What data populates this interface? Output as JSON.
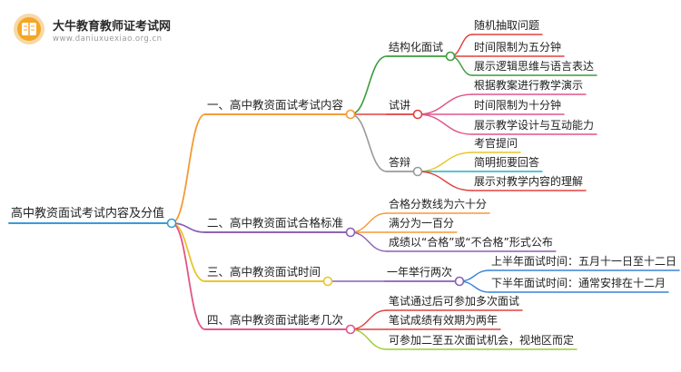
{
  "brand": {
    "title": "大牛教育教师证考试网",
    "domain": "www.daniuxuexiao.org.cn"
  },
  "colors": {
    "orange": "#f59a35",
    "purple": "#8b5fb3",
    "yellow": "#e9c52a",
    "pink": "#e0558a",
    "green": "#3c9c3c",
    "red": "#e04040",
    "blue": "#3b82d6",
    "gray": "#9a9a9a",
    "teal": "#21b0c2",
    "lime": "#9acd32",
    "root_line": "#3b9bd8"
  },
  "mindmap": {
    "root": "高中教资面试考试内容及分值",
    "branches": [
      {
        "label": "一、高中教资面试考试内容",
        "children": [
          {
            "label": "结构化面试",
            "children": [
              "随机抽取问题",
              "时间限制为五分钟",
              "展示逻辑思维与语言表达"
            ]
          },
          {
            "label": "试讲",
            "children": [
              "根据教案进行教学演示",
              "时间限制为十分钟",
              "展示教学设计与互动能力"
            ]
          },
          {
            "label": "答辩",
            "children": [
              "考官提问",
              "简明扼要回答",
              "展示对教学内容的理解"
            ]
          }
        ]
      },
      {
        "label": "二、高中教资面试合格标准",
        "children": [
          "合格分数线为六十分",
          "满分为一百分",
          "成绩以“合格”或“不合格”形式公布"
        ]
      },
      {
        "label": "三、高中教资面试时间",
        "children": [
          {
            "label": "一年举行两次",
            "children": [
              "上半年面试时间：五月十一日至十二日",
              "下半年面试时间：通常安排在十二月"
            ]
          }
        ]
      },
      {
        "label": "四、高中教资面试能考几次",
        "children": [
          "笔试通过后可参加多次面试",
          "笔试成绩有效期为两年",
          "可参加二至五次面试机会，视地区而定"
        ]
      }
    ]
  }
}
